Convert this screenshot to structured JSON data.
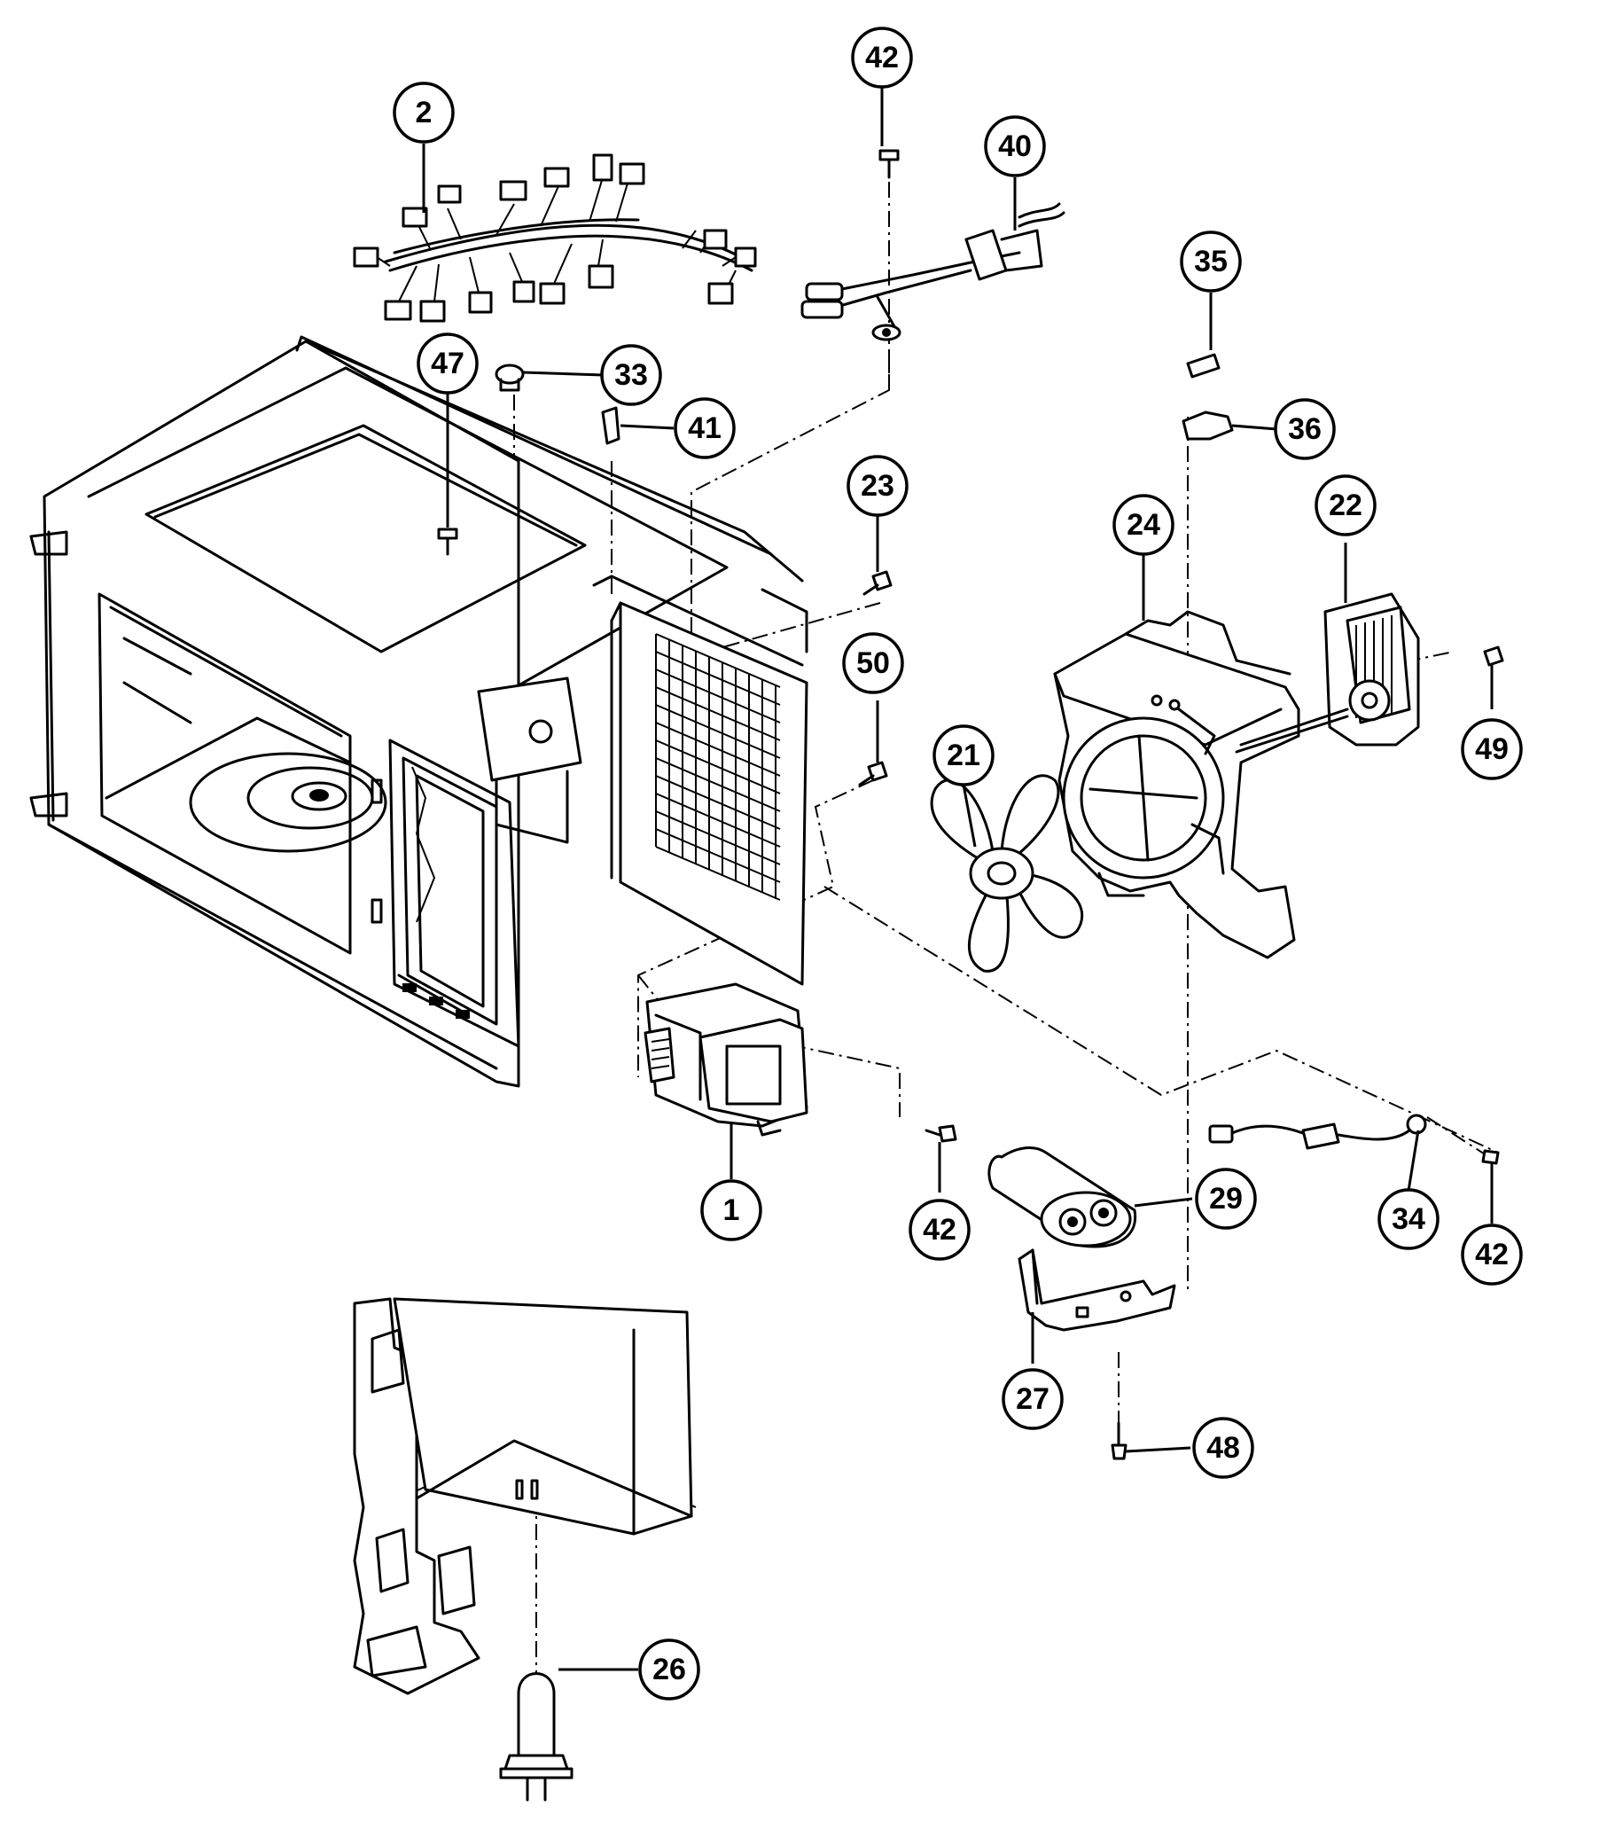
{
  "callouts": [
    {
      "label": "42"
    },
    {
      "label": "40"
    },
    {
      "label": "2"
    },
    {
      "label": "35"
    },
    {
      "label": "47"
    },
    {
      "label": "33"
    },
    {
      "label": "41"
    },
    {
      "label": "36"
    },
    {
      "label": "23"
    },
    {
      "label": "24"
    },
    {
      "label": "22"
    },
    {
      "label": "50"
    },
    {
      "label": "21"
    },
    {
      "label": "49"
    },
    {
      "label": "1"
    },
    {
      "label": "42"
    },
    {
      "label": "29"
    },
    {
      "label": "34"
    },
    {
      "label": "42"
    },
    {
      "label": "27"
    },
    {
      "label": "48"
    },
    {
      "label": "26"
    }
  ]
}
